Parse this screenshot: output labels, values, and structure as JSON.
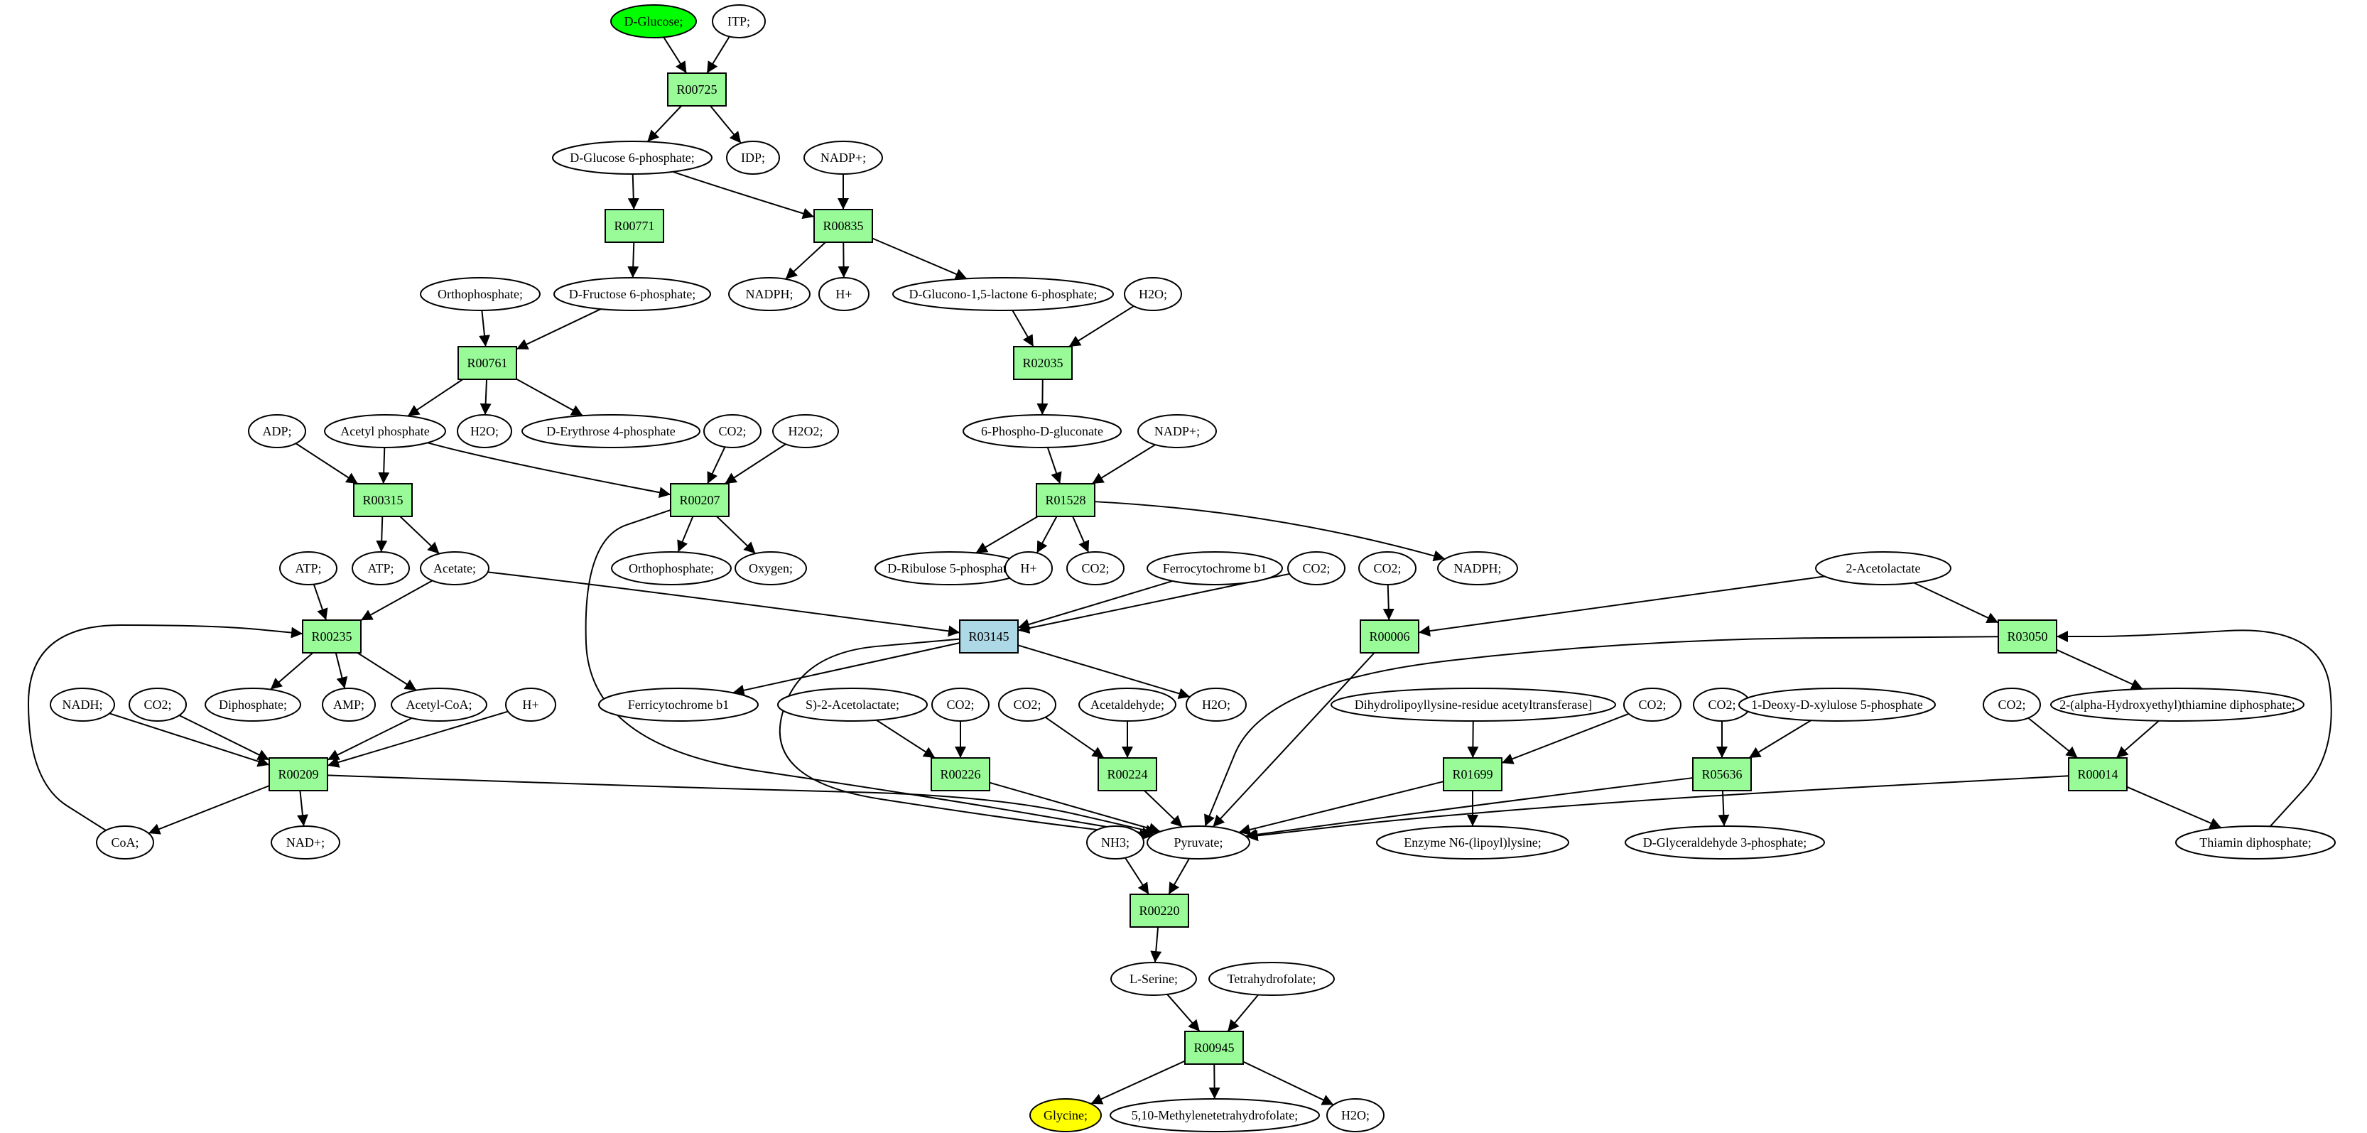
{
  "graph": {
    "metabolites": [
      {
        "id": "m_glc",
        "label": "D-Glucose;",
        "style": "start"
      },
      {
        "id": "m_itp",
        "label": "ITP;"
      },
      {
        "id": "m_g6p",
        "label": "D-Glucose 6-phosphate;"
      },
      {
        "id": "m_idp",
        "label": "IDP;"
      },
      {
        "id": "m_nadp1",
        "label": "NADP+;"
      },
      {
        "id": "m_f6p",
        "label": "D-Fructose 6-phosphate;"
      },
      {
        "id": "m_nadph1",
        "label": "NADPH;"
      },
      {
        "id": "m_h1",
        "label": "H+"
      },
      {
        "id": "m_glac",
        "label": "D-Glucono-1,5-lactone 6-phosphate;"
      },
      {
        "id": "m_h2o1",
        "label": "H2O;"
      },
      {
        "id": "m_ortho1",
        "label": "Orthophosphate;"
      },
      {
        "id": "m_6pg",
        "label": "6-Phospho-D-gluconate"
      },
      {
        "id": "m_adp",
        "label": "ADP;"
      },
      {
        "id": "m_acp",
        "label": "Acetyl phosphate"
      },
      {
        "id": "m_h2o2",
        "label": "H2O;"
      },
      {
        "id": "m_e4p",
        "label": "D-Erythrose 4-phosphate"
      },
      {
        "id": "m_co2a",
        "label": "CO2;"
      },
      {
        "id": "m_h2o2b",
        "label": "H2O2;"
      },
      {
        "id": "m_nadp2",
        "label": "NADP+;"
      },
      {
        "id": "m_atp1",
        "label": "ATP;"
      },
      {
        "id": "m_atp2",
        "label": "ATP;"
      },
      {
        "id": "m_acet",
        "label": "Acetate;"
      },
      {
        "id": "m_ortho2",
        "label": "Orthophosphate;"
      },
      {
        "id": "m_oxy",
        "label": "Oxygen;"
      },
      {
        "id": "m_r5p",
        "label": "D-Ribulose 5-phosphate"
      },
      {
        "id": "m_h2",
        "label": "H+"
      },
      {
        "id": "m_co2b",
        "label": "CO2;"
      },
      {
        "id": "m_ferro",
        "label": "Ferrocytochrome b1"
      },
      {
        "id": "m_co2c",
        "label": "CO2;"
      },
      {
        "id": "m_co2d",
        "label": "CO2;"
      },
      {
        "id": "m_nadph2",
        "label": "NADPH;"
      },
      {
        "id": "m_aclac",
        "label": "2-Acetolactate"
      },
      {
        "id": "m_nadh",
        "label": "NADH;"
      },
      {
        "id": "m_co2e",
        "label": "CO2;"
      },
      {
        "id": "m_ppi",
        "label": "Diphosphate;"
      },
      {
        "id": "m_amp",
        "label": "AMP;"
      },
      {
        "id": "m_accoa",
        "label": "Acetyl-CoA;"
      },
      {
        "id": "m_h3",
        "label": "H+"
      },
      {
        "id": "m_ferri",
        "label": "Ferricytochrome b1"
      },
      {
        "id": "m_saclac",
        "label": "S)-2-Acetolactate;"
      },
      {
        "id": "m_co2f",
        "label": "CO2;"
      },
      {
        "id": "m_co2g",
        "label": "CO2;"
      },
      {
        "id": "m_acald",
        "label": "Acetaldehyde;"
      },
      {
        "id": "m_h2o3",
        "label": "H2O;"
      },
      {
        "id": "m_dihyd",
        "label": "Dihydrolipoyllysine-residue acetyltransferase]"
      },
      {
        "id": "m_co2h",
        "label": "CO2;"
      },
      {
        "id": "m_co2i",
        "label": "CO2;"
      },
      {
        "id": "m_dxp",
        "label": "1-Deoxy-D-xylulose 5-phosphate"
      },
      {
        "id": "m_co2j",
        "label": "CO2;"
      },
      {
        "id": "m_hethpp",
        "label": "2-(alpha-Hydroxyethyl)thiamine diphosphate;"
      },
      {
        "id": "m_coa",
        "label": "CoA;"
      },
      {
        "id": "m_nad",
        "label": "NAD+;"
      },
      {
        "id": "m_nh3",
        "label": "NH3;"
      },
      {
        "id": "m_pyr",
        "label": "Pyruvate;"
      },
      {
        "id": "m_lipoyl",
        "label": "Enzyme N6-(lipoyl)lysine;"
      },
      {
        "id": "m_gap",
        "label": "D-Glyceraldehyde 3-phosphate;"
      },
      {
        "id": "m_tpp",
        "label": "Thiamin diphosphate;"
      },
      {
        "id": "m_ser",
        "label": "L-Serine;"
      },
      {
        "id": "m_thf",
        "label": "Tetrahydrofolate;"
      },
      {
        "id": "m_gly",
        "label": "Glycine;",
        "style": "target"
      },
      {
        "id": "m_mthf",
        "label": "5,10-Methylenetetrahydrofolate;"
      },
      {
        "id": "m_h2o4",
        "label": "H2O;"
      }
    ],
    "reactions": [
      {
        "id": "R00725",
        "label": "R00725"
      },
      {
        "id": "R00771",
        "label": "R00771"
      },
      {
        "id": "R00835",
        "label": "R00835"
      },
      {
        "id": "R00761",
        "label": "R00761"
      },
      {
        "id": "R02035",
        "label": "R02035"
      },
      {
        "id": "R00315",
        "label": "R00315"
      },
      {
        "id": "R00207",
        "label": "R00207"
      },
      {
        "id": "R01528",
        "label": "R01528"
      },
      {
        "id": "R00235",
        "label": "R00235"
      },
      {
        "id": "R03145",
        "label": "R03145",
        "style": "highlight"
      },
      {
        "id": "R00006",
        "label": "R00006"
      },
      {
        "id": "R03050",
        "label": "R03050"
      },
      {
        "id": "R00209",
        "label": "R00209"
      },
      {
        "id": "R00226",
        "label": "R00226"
      },
      {
        "id": "R00224",
        "label": "R00224"
      },
      {
        "id": "R01699",
        "label": "R01699"
      },
      {
        "id": "R05636",
        "label": "R05636"
      },
      {
        "id": "R00014",
        "label": "R00014"
      },
      {
        "id": "R00220",
        "label": "R00220"
      },
      {
        "id": "R00945",
        "label": "R00945"
      }
    ],
    "edges": [
      [
        "m_glc",
        "R00725"
      ],
      [
        "m_itp",
        "R00725"
      ],
      [
        "R00725",
        "m_g6p"
      ],
      [
        "R00725",
        "m_idp"
      ],
      [
        "m_g6p",
        "R00771"
      ],
      [
        "m_g6p",
        "R00835"
      ],
      [
        "m_nadp1",
        "R00835"
      ],
      [
        "R00771",
        "m_f6p"
      ],
      [
        "R00835",
        "m_nadph1"
      ],
      [
        "R00835",
        "m_h1"
      ],
      [
        "R00835",
        "m_glac"
      ],
      [
        "m_ortho1",
        "R00761"
      ],
      [
        "m_f6p",
        "R00761"
      ],
      [
        "m_glac",
        "R02035"
      ],
      [
        "m_h2o1",
        "R02035"
      ],
      [
        "R02035",
        "m_6pg"
      ],
      [
        "R00761",
        "m_acp"
      ],
      [
        "R00761",
        "m_h2o2"
      ],
      [
        "R00761",
        "m_e4p"
      ],
      [
        "m_adp",
        "R00315"
      ],
      [
        "m_acp",
        "R00315"
      ],
      [
        "m_acp",
        "R00207"
      ],
      [
        "m_co2a",
        "R00207"
      ],
      [
        "m_h2o2b",
        "R00207"
      ],
      [
        "m_6pg",
        "R01528"
      ],
      [
        "m_nadp2",
        "R01528"
      ],
      [
        "R00315",
        "m_atp2"
      ],
      [
        "R00315",
        "m_acet"
      ],
      [
        "R00207",
        "m_ortho2"
      ],
      [
        "R00207",
        "m_oxy"
      ],
      [
        "R00207",
        "m_pyr"
      ],
      [
        "R01528",
        "m_r5p"
      ],
      [
        "R01528",
        "m_h2"
      ],
      [
        "R01528",
        "m_co2b"
      ],
      [
        "R01528",
        "m_nadph2"
      ],
      [
        "m_atp1",
        "R00235"
      ],
      [
        "m_acet",
        "R00235"
      ],
      [
        "m_acet",
        "R03145"
      ],
      [
        "m_ferro",
        "R03145"
      ],
      [
        "m_co2c",
        "R03145"
      ],
      [
        "m_co2d",
        "R00006"
      ],
      [
        "m_aclac",
        "R00006"
      ],
      [
        "m_aclac",
        "R03050"
      ],
      [
        "R00235",
        "m_ppi"
      ],
      [
        "R00235",
        "m_amp"
      ],
      [
        "R00235",
        "m_accoa"
      ],
      [
        "R03145",
        "m_ferri"
      ],
      [
        "R03145",
        "m_h2o3"
      ],
      [
        "R03145",
        "m_pyr"
      ],
      [
        "R00006",
        "m_pyr"
      ],
      [
        "R03050",
        "m_pyr"
      ],
      [
        "R03050",
        "m_hethpp"
      ],
      [
        "m_nadh",
        "R00209"
      ],
      [
        "m_co2e",
        "R00209"
      ],
      [
        "m_accoa",
        "R00209"
      ],
      [
        "m_h3",
        "R00209"
      ],
      [
        "m_saclac",
        "R00226"
      ],
      [
        "m_co2f",
        "R00226"
      ],
      [
        "m_co2g",
        "R00224"
      ],
      [
        "m_acald",
        "R00224"
      ],
      [
        "m_dihyd",
        "R01699"
      ],
      [
        "m_co2h",
        "R01699"
      ],
      [
        "m_co2i",
        "R05636"
      ],
      [
        "m_dxp",
        "R05636"
      ],
      [
        "m_co2j",
        "R00014"
      ],
      [
        "m_hethpp",
        "R00014"
      ],
      [
        "R00209",
        "m_coa"
      ],
      [
        "R00209",
        "m_nad"
      ],
      [
        "R00209",
        "m_pyr"
      ],
      [
        "m_coa",
        "R00235"
      ],
      [
        "R00226",
        "m_pyr"
      ],
      [
        "R00224",
        "m_pyr"
      ],
      [
        "R01699",
        "m_pyr"
      ],
      [
        "R01699",
        "m_lipoyl"
      ],
      [
        "R05636",
        "m_pyr"
      ],
      [
        "R05636",
        "m_gap"
      ],
      [
        "R00014",
        "m_pyr"
      ],
      [
        "R00014",
        "m_tpp"
      ],
      [
        "m_tpp",
        "R03050"
      ],
      [
        "m_nh3",
        "R00220"
      ],
      [
        "m_pyr",
        "R00220"
      ],
      [
        "R00220",
        "m_ser"
      ],
      [
        "m_ser",
        "R00945"
      ],
      [
        "m_thf",
        "R00945"
      ],
      [
        "R00945",
        "m_gly"
      ],
      [
        "R00945",
        "m_mthf"
      ],
      [
        "R00945",
        "m_h2o4"
      ]
    ]
  }
}
